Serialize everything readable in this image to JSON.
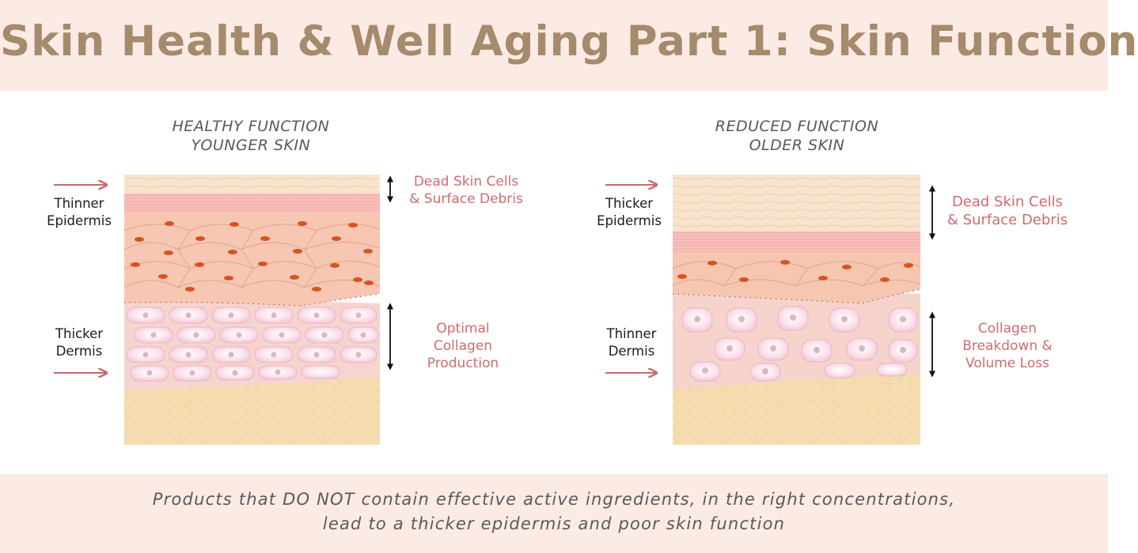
{
  "title": "Skin Health & Well Aging Part 1: Skin Function",
  "left": {
    "heading_line1": "HEALTHY FUNCTION",
    "heading_line2": "YOUNGER SKIN",
    "epidermis_label_line1": "Thinner",
    "epidermis_label_line2": "Epidermis",
    "dermis_label_line1": "Thicker",
    "dermis_label_line2": "Dermis",
    "top_note_line1": "Dead Skin Cells",
    "top_note_line2": "& Surface Debris",
    "bottom_note_line1": "Optimal",
    "bottom_note_line2": "Collagen",
    "bottom_note_line3": "Production"
  },
  "right": {
    "heading_line1": "REDUCED FUNCTION",
    "heading_line2": "OLDER SKIN",
    "epidermis_label_line1": "Thicker",
    "epidermis_label_line2": "Epidermis",
    "dermis_label_line1": "Thinner",
    "dermis_label_line2": "Dermis",
    "top_note_line1": "Dead Skin Cells",
    "top_note_line2": "& Surface Debris",
    "bottom_note_line1": "Collagen",
    "bottom_note_line2": "Breakdown &",
    "bottom_note_line3": "Volume Loss"
  },
  "footer": {
    "line1": "Products that DO NOT contain effective active ingredients, in the  right concentrations,",
    "line2": "lead to a thicker epidermis and poor skin function"
  },
  "colors": {
    "header_bg": "#fcebe5",
    "title": "#a58a6c",
    "note": "#cf6b6f",
    "arrow": "#c86a6e",
    "surface": "#f7e0c8",
    "epidermis": "#f7c3b0",
    "dermis": "#f7d6d2",
    "fat": "#f5dcae"
  }
}
